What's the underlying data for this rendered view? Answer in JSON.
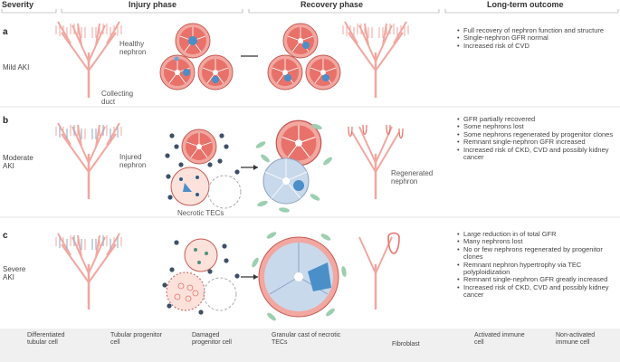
{
  "headers": {
    "severity": "Severity",
    "injury": "Injury phase",
    "recovery": "Recovery phase",
    "outcome": "Long-term outcome"
  },
  "rows": [
    {
      "letter": "a",
      "label": "Mild AKI",
      "callouts": [
        "Healthy nephron",
        "Collecting duct"
      ],
      "outcomes": [
        "Full recovery of nephron function and structure",
        "Single-nephron GFR normal",
        "Increased risk of CVD"
      ]
    },
    {
      "letter": "b",
      "label": "Moderate AKI",
      "callouts": [
        "Injured nephron",
        "Necrotic TECs",
        "Regenerated nephron"
      ],
      "outcomes": [
        "GFR partially recovered",
        "Some nephrons lost",
        "Some nephrons regenerated by progenitor clones",
        "Remnant single-nephron GFR increased",
        "Increased risk of CKD, CVD and possibly kidney cancer"
      ]
    },
    {
      "letter": "c",
      "label": "Severe AKI",
      "outcomes": [
        "Large reduction in of total GFR",
        "Many nephrons lost",
        "No or few nephrons regenerated by progenitor clones",
        "Remnant nephron hypertrophy via TEC polyploidization",
        "Remnant single-nephron GFR greatly increased",
        "Increased risk of CKD, CVD and possibly kidney cancer"
      ]
    }
  ],
  "legend": [
    {
      "label": "Differentiated tubular cell",
      "icon": "differentiated-cell-icon"
    },
    {
      "label": "Tubular progenitor cell",
      "icon": "progenitor-cell-icon"
    },
    {
      "label": "Damaged progenitor cell",
      "icon": "damaged-cell-icon"
    },
    {
      "label": "Granular cast of necrotic TECs",
      "icon": "granular-cast-icon"
    },
    {
      "label": "Fibroblast",
      "icon": "fibroblast-icon"
    },
    {
      "label": "Activated immune cell",
      "icon": "activated-immune-cell-icon"
    },
    {
      "label": "Non-activated immune cell",
      "icon": "non-activated-immune-cell-icon"
    }
  ],
  "colors": {
    "nephron": "#f2a7a0",
    "cell": "#e8726a",
    "cellDark": "#c75a52",
    "progenitor": "#4a8fc8",
    "injured": "#9fb4c8",
    "fibro": "#9ccfb0",
    "immune": "#3d5068",
    "legendBg": "#f0f0f0"
  }
}
